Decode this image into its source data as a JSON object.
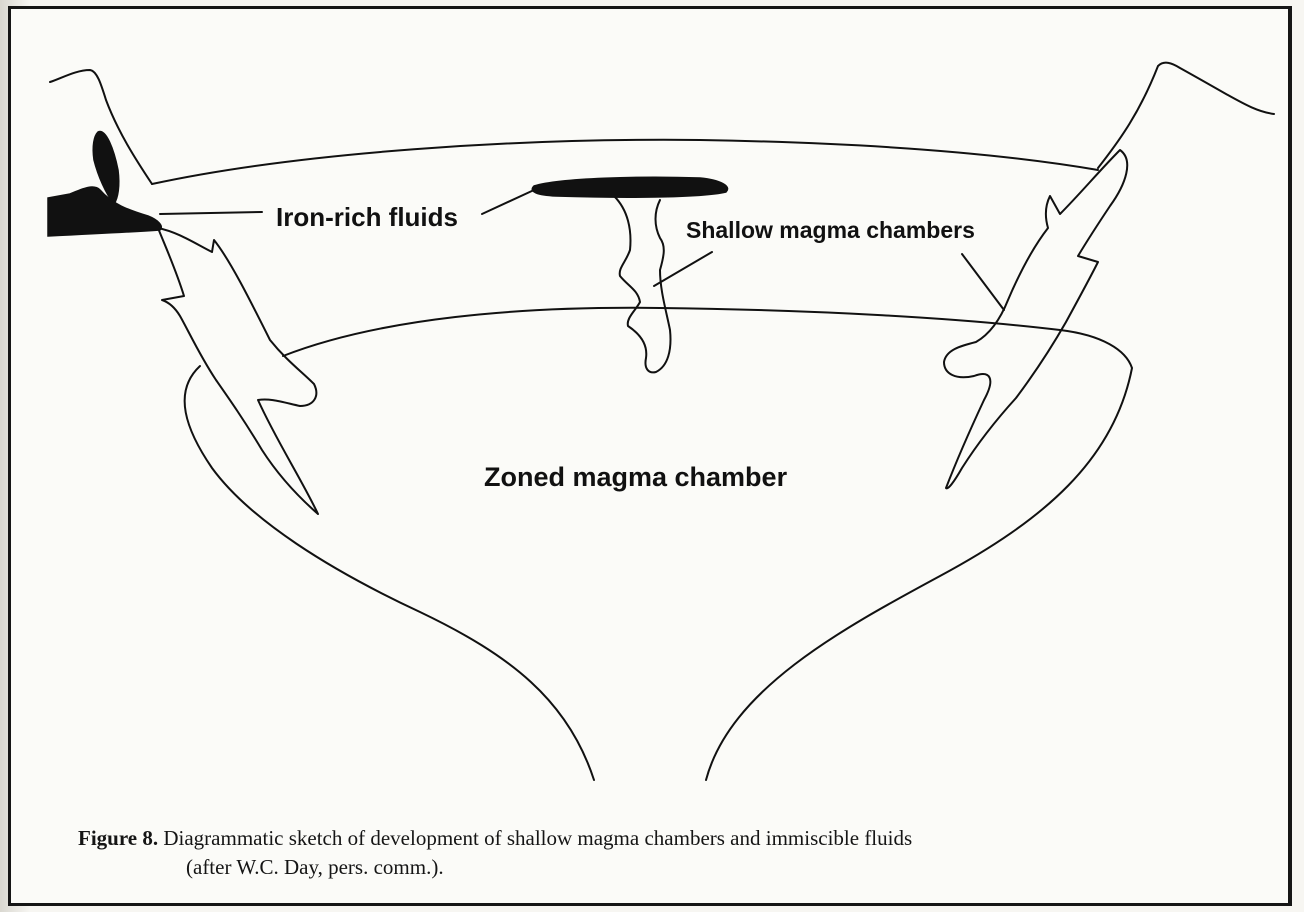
{
  "labels": {
    "iron_rich_fluids": "Iron-rich fluids",
    "shallow_magma_chambers": "Shallow magma chambers",
    "zoned_magma_chamber": "Zoned magma chamber"
  },
  "caption": {
    "figure_number": "Figure 8.",
    "text_line1": "Diagrammatic sketch of development of shallow magma chambers and immiscible fluids",
    "text_line2": "(after W.C. Day, pers. comm.)."
  },
  "colors": {
    "ink": "#111111",
    "paper": "#fbfbf8"
  }
}
